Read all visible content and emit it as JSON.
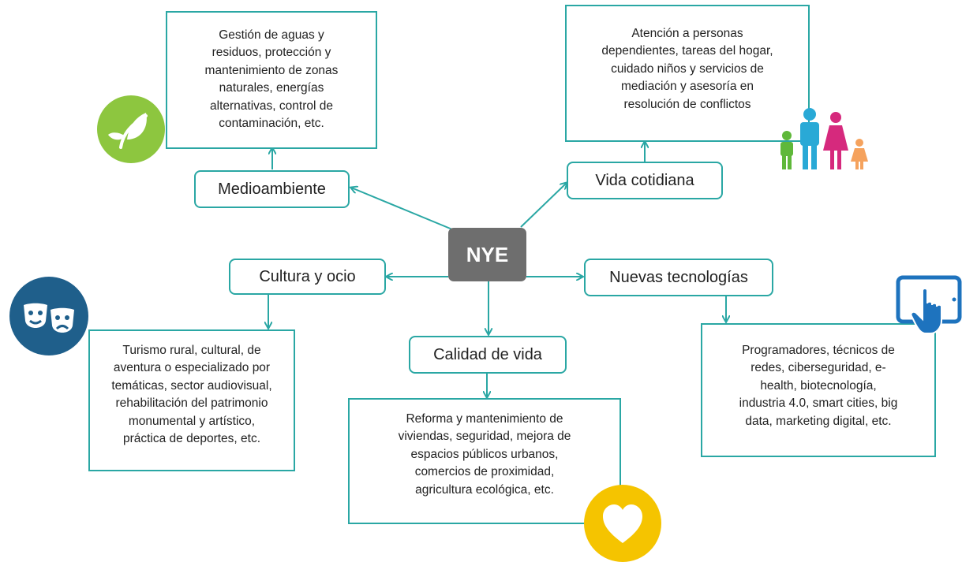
{
  "center": {
    "label": "NYE"
  },
  "branches": {
    "medioambiente": {
      "label": "Medioambiente",
      "lines": [
        "Gestión de aguas y",
        "residuos, protección y",
        "mantenimiento de zonas",
        "naturales, energías",
        "alternativas, control de",
        "contaminación, etc."
      ]
    },
    "vida_cotidiana": {
      "label": "Vida cotidiana",
      "lines": [
        "Atención a personas",
        "dependientes, tareas del hogar,",
        "cuidado niños y servicios de",
        "mediación y asesoría en",
        "resolución de conflictos"
      ]
    },
    "cultura_ocio": {
      "label": "Cultura y ocio",
      "lines": [
        "Turismo rural, cultural, de",
        "aventura o especializado por",
        "temáticas, sector audiovisual,",
        "rehabilitación del patrimonio",
        "monumental y artístico,",
        "práctica de deportes, etc."
      ]
    },
    "nuevas_tecnologias": {
      "label": "Nuevas tecnologías",
      "lines": [
        "Programadores, técnicos de",
        "redes, ciberseguridad, e-",
        "health, biotecnología,",
        "industria 4.0, smart cities, big",
        "data, marketing digital, etc."
      ]
    },
    "calidad_vida": {
      "label": "Calidad de vida",
      "lines": [
        "Reforma y mantenimiento de",
        "viviendas, seguridad, mejora de",
        "espacios públicos urbanos,",
        "comercios de proximidad,",
        "agricultura ecológica, etc."
      ]
    }
  },
  "icons": {
    "leaf": "leaf-icon",
    "family": "family-icon",
    "theater": "theater-masks-icon",
    "tablet": "tablet-touch-icon",
    "heart": "heart-icon"
  },
  "colors": {
    "accent": "#2aa7a4",
    "center": "#6e6e6e",
    "leaf": "#8dc63f",
    "theater": "#1f5f8b",
    "tablet": "#1e73be",
    "heart": "#f5c400",
    "family_man": "#29a9d6",
    "family_woman": "#d6297d",
    "family_boy": "#5fb83a",
    "family_girl": "#f5a25d"
  }
}
